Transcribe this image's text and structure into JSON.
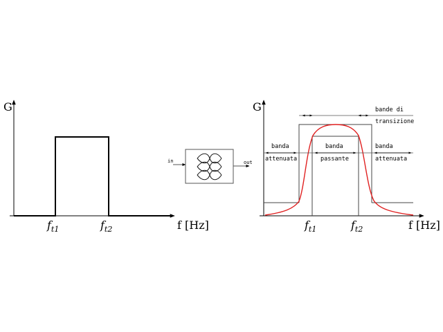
{
  "colors": {
    "ink": "#000000",
    "response_curve": "#e02020",
    "frame": "#555555",
    "background": "#ffffff"
  },
  "left_plot": {
    "y_axis_label": "G",
    "x_axis_label": "f [Hz]",
    "tick_f1_base": "f",
    "tick_f1_sub": "t1",
    "tick_f2_base": "f",
    "tick_f2_sub": "t2"
  },
  "filter_block": {
    "input_label": "in",
    "output_label": "out",
    "icon": "band-pass-filter-icon"
  },
  "right_plot": {
    "y_axis_label": "G",
    "x_axis_label": "f [Hz]",
    "tick_f1_base": "f",
    "tick_f1_sub": "t1",
    "tick_f2_base": "f",
    "tick_f2_sub": "t2",
    "transition_label_line1": "bande di",
    "transition_label_line2": "transizione",
    "left_stop_line1": "banda",
    "left_stop_line2": "attenuata",
    "pass_line1": "banda",
    "pass_line2": "passante",
    "right_stop_line1": "banda",
    "right_stop_line2": "attenuata"
  }
}
